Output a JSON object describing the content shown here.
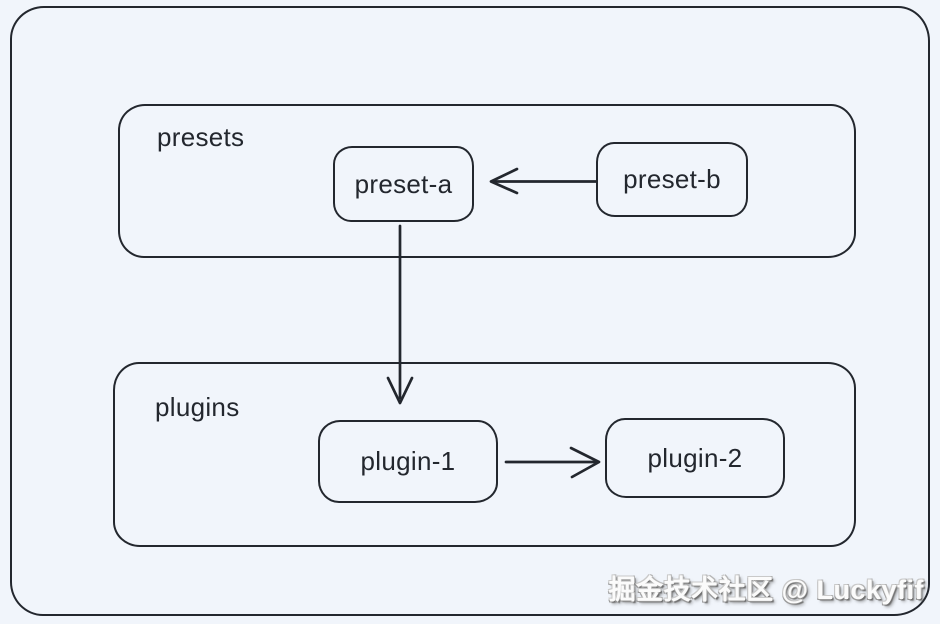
{
  "colors": {
    "background": "#f1f5fb",
    "stroke": "#23272e",
    "text": "#23272e",
    "watermark_fill": "#fbfbfb"
  },
  "groups": {
    "presets": {
      "label": "presets"
    },
    "plugins": {
      "label": "plugins"
    }
  },
  "nodes": {
    "preset_a": {
      "label": "preset-a"
    },
    "preset_b": {
      "label": "preset-b"
    },
    "plugin_1": {
      "label": "plugin-1"
    },
    "plugin_2": {
      "label": "plugin-2"
    }
  },
  "edges": [
    {
      "from": "preset-b",
      "to": "preset-a",
      "direction": "left"
    },
    {
      "from": "preset-a",
      "to": "plugin-1",
      "direction": "down"
    },
    {
      "from": "plugin-1",
      "to": "plugin-2",
      "direction": "right"
    }
  ],
  "watermark": {
    "text": "掘金技术社区 @ Luckyfif"
  }
}
